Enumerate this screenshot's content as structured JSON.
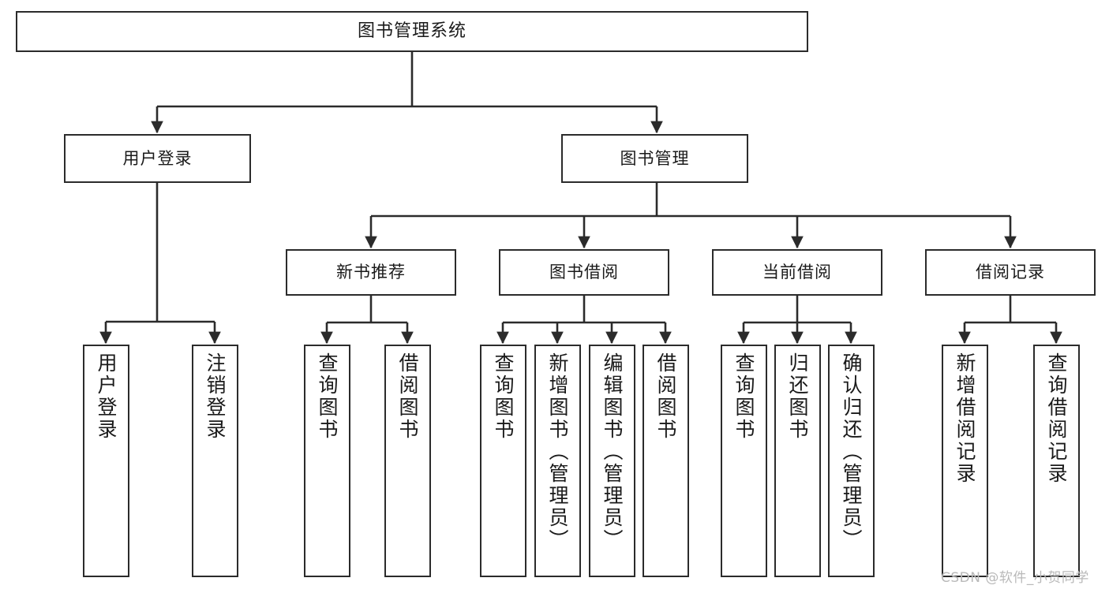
{
  "diagram": {
    "title": "图书管理系统",
    "type": "hierarchy-tree",
    "background": "#ffffff",
    "line_color": "#2b2b2b",
    "text_color": "#1a1a1a"
  },
  "nodes": {
    "root": {
      "label": "图书管理系统"
    },
    "level2": [
      {
        "id": "user-login",
        "label": "用户登录"
      },
      {
        "id": "book-manage",
        "label": "图书管理"
      }
    ],
    "level3": [
      {
        "id": "new-book-recommend",
        "label": "新书推荐"
      },
      {
        "id": "book-borrow",
        "label": "图书借阅"
      },
      {
        "id": "current-borrow",
        "label": "当前借阅"
      },
      {
        "id": "borrow-record",
        "label": "借阅记录"
      }
    ],
    "leaves": {
      "user-login": [
        {
          "id": "leaf-user-login",
          "label": "用户登录"
        },
        {
          "id": "leaf-user-logout",
          "label": "注销登录"
        }
      ],
      "new-book-recommend": [
        {
          "id": "leaf-query-book-1",
          "label": "查询图书"
        },
        {
          "id": "leaf-borrow-book-1",
          "label": "借阅图书"
        }
      ],
      "book-borrow": [
        {
          "id": "leaf-query-book-2",
          "label": "查询图书"
        },
        {
          "id": "leaf-add-book",
          "label": "新增图书（管理员）"
        },
        {
          "id": "leaf-edit-book",
          "label": "编辑图书（管理员）"
        },
        {
          "id": "leaf-borrow-book-2",
          "label": "借阅图书"
        }
      ],
      "current-borrow": [
        {
          "id": "leaf-query-book-3",
          "label": "查询图书"
        },
        {
          "id": "leaf-return-book",
          "label": "归还图书"
        },
        {
          "id": "leaf-confirm-return",
          "label": "确认归还（管理员）"
        }
      ],
      "borrow-record": [
        {
          "id": "leaf-add-record",
          "label": "新增借阅记录"
        },
        {
          "id": "leaf-query-record",
          "label": "查询借阅记录"
        }
      ]
    }
  },
  "watermark": {
    "text": "CSDN @软件_小贺同学"
  }
}
